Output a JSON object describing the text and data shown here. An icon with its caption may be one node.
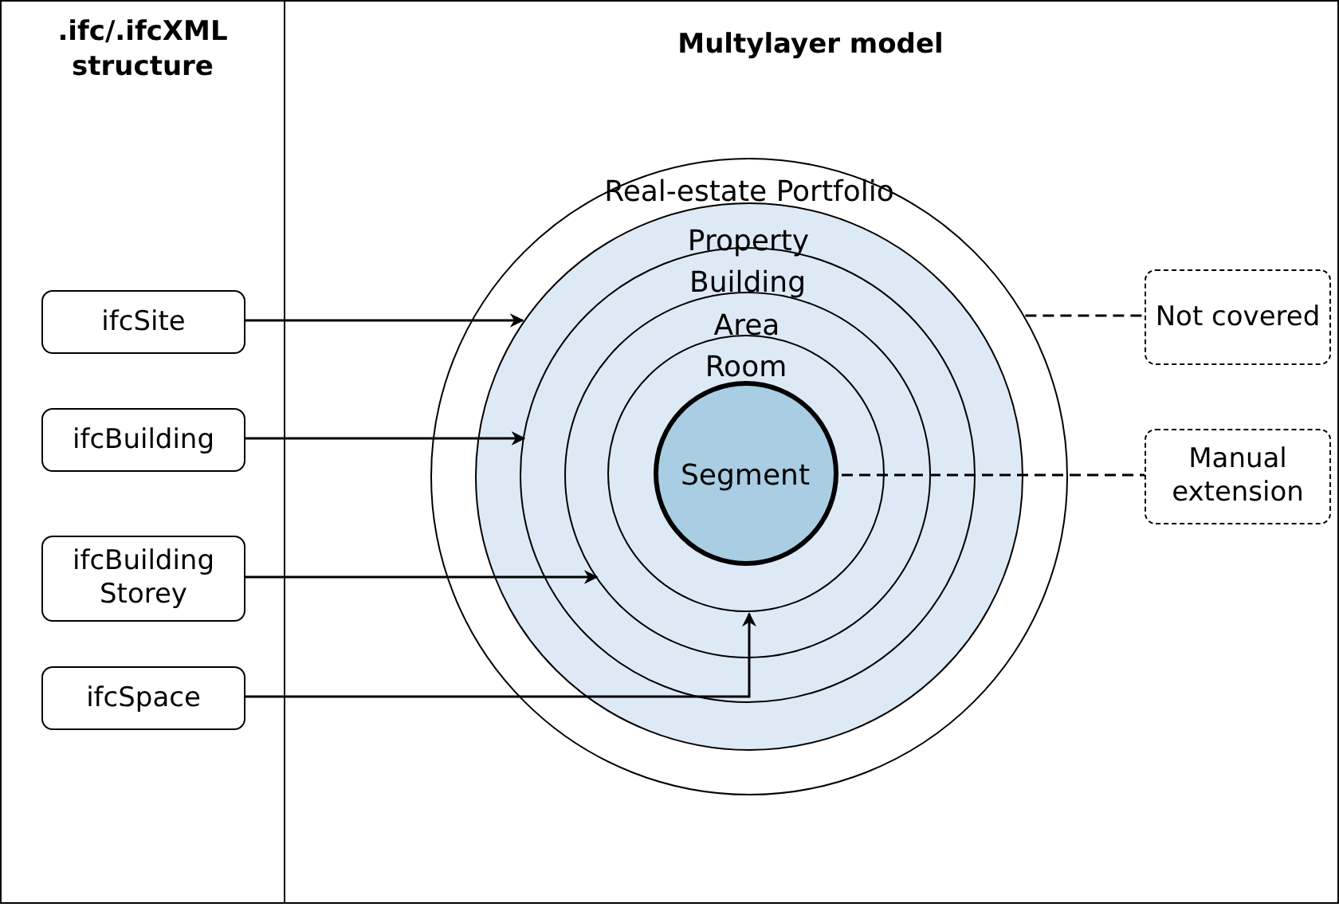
{
  "diagram": {
    "nodes": [
      {
        "text": [
          ".ifc/.ifcXML structure"
        ]
      },
      {
        "text": [
          "Multylayer model"
        ]
      },
      {
        "text": [
          "ifcSite"
        ],
        "in": 0
      },
      {
        "text": [
          "ifcBuilding"
        ],
        "in": 0
      },
      {
        "text": [
          "ifcBuilding Storey"
        ],
        "in": 0
      },
      {
        "text": [
          "ifcSpace"
        ],
        "in": 0
      },
      {
        "text": [
          "Real-estate Portfolio"
        ],
        "in": 1
      },
      {
        "text": [
          "Property"
        ],
        "in": 6
      },
      {
        "text": [
          "Building"
        ],
        "in": 7
      },
      {
        "text": [
          "Area"
        ],
        "in": 8
      },
      {
        "text": [
          "Room"
        ],
        "in": 9
      },
      {
        "text": [
          "Segment"
        ],
        "in": 10
      },
      {
        "text": [
          "Not covered"
        ],
        "in": 1
      },
      {
        "text": [
          "Manual extension"
        ],
        "in": 1
      }
    ],
    "edges": [
      {
        "from": 2,
        "to": 7,
        "arrow": "to"
      },
      {
        "from": 3,
        "to": 8,
        "arrow": "to"
      },
      {
        "from": 4,
        "to": 9,
        "arrow": "to"
      },
      {
        "from": 5,
        "to": 10,
        "arrow": "to"
      },
      {
        "from": 6,
        "to": 12,
        "arrow": "none",
        "style": "dashed"
      },
      {
        "from": 11,
        "to": 13,
        "arrow": "none",
        "style": "dashed"
      }
    ]
  }
}
